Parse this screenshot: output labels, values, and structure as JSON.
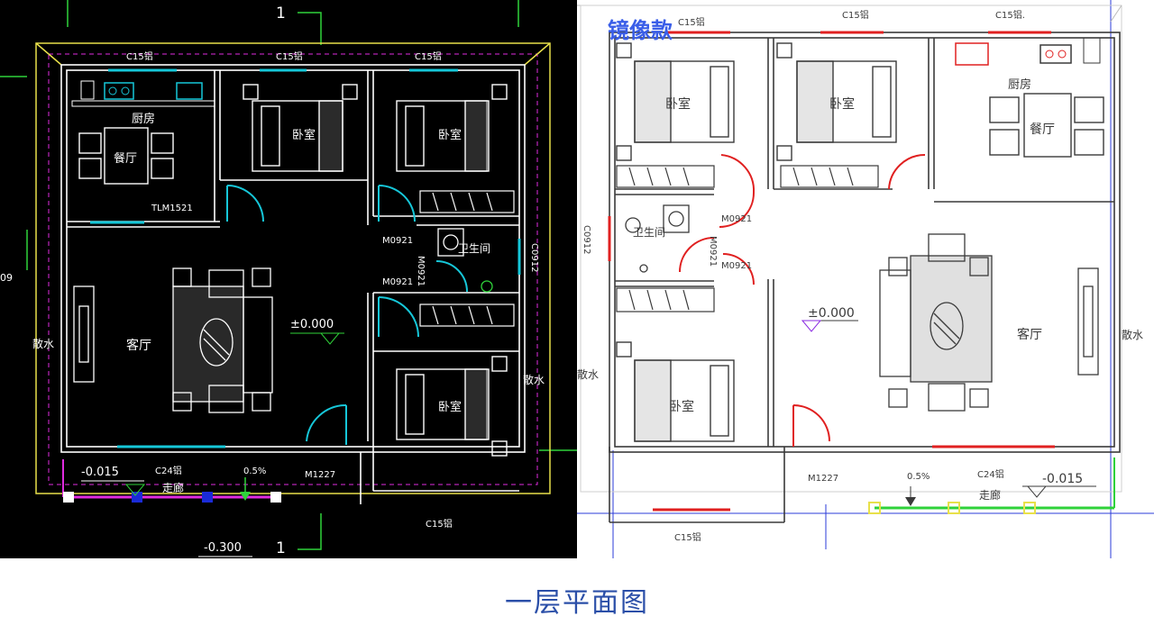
{
  "colors": {
    "dark_bg": "#000000",
    "wall_dark": "#ffffff",
    "accent_cyan": "#16c7d9",
    "accent_yellow": "#e8e04a",
    "accent_green": "#2fd23a",
    "accent_magenta": "#e02ce0",
    "light_bg": "#ffffff",
    "wall_light": "#3a3a3a",
    "door_red": "#e02020",
    "grid_blue": "#2b3bd8",
    "caption_blue": "#2b4fa8",
    "mirror_blue": "#3a5ee8"
  },
  "caption": "一层平面图",
  "left_plan": {
    "axis_label_top": "1",
    "axis_label_bottom": "1",
    "side_dim": "09",
    "windows": {
      "top_left": "C15铝",
      "top_mid": "C15铝",
      "top_right": "C15铝",
      "bottom": "C15铝",
      "corridor": "C24铝",
      "right": "C0912"
    },
    "rooms": {
      "kitchen": "厨房",
      "dining": "餐厅",
      "bedroom_1": "卧室",
      "bedroom_2": "卧室",
      "bedroom_3": "卧室",
      "bathroom": "卫生间",
      "living": "客厅",
      "corridor": "走廊"
    },
    "doors": {
      "kitchen_door": "TLM1521",
      "door_a": "M0921",
      "door_b": "M0921",
      "door_c": "M0921",
      "entry": "M1227"
    },
    "labels": {
      "elevation_main": "±0.000",
      "elevation_corridor": "-0.015",
      "elevation_ground": "-0.300",
      "slope": "0.5%",
      "drain_left": "散水",
      "drain_right": "散水"
    }
  },
  "right_plan": {
    "title": "镜像款",
    "windows": {
      "top_left": "C15铝",
      "top_mid": "C15铝",
      "top_right": "C15铝.",
      "bottom": "C15铝",
      "corridor": "C24铝",
      "left": "C0912"
    },
    "rooms": {
      "bedroom_1": "卧室",
      "bedroom_2": "卧室",
      "bedroom_3": "卧室",
      "kitchen": "厨房",
      "dining": "餐厅",
      "bathroom": "卫生间",
      "living": "客厅",
      "corridor": "走廊"
    },
    "doors": {
      "door_a": "M0921",
      "door_b": "M0921",
      "door_c": "M0921",
      "entry": "M1227"
    },
    "labels": {
      "elevation_main": "±0.000",
      "elevation_corridor": "-0.015",
      "slope": "0.5%",
      "drain_right": "散水",
      "drain_mid": "散水"
    }
  }
}
